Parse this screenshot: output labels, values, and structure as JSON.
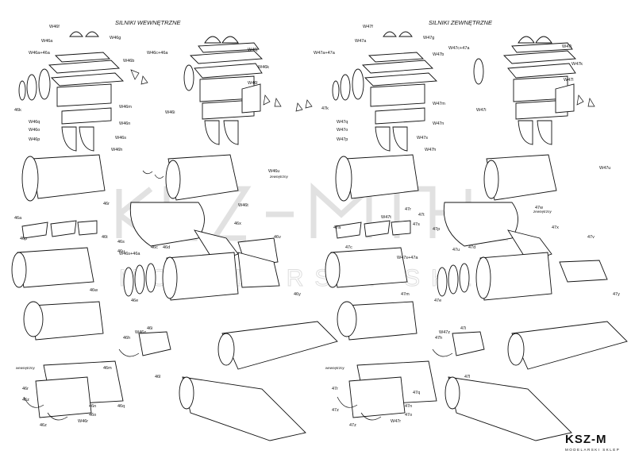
{
  "sheet": {
    "left_title": "SILNIKI WEWNĘTRZNE",
    "right_title": "SILNIKI ZEWNĘTRZNE",
    "watermark_text": "KSZ-M",
    "watermark_sub": "MODELARSKI SKLEP"
  },
  "logo": {
    "name": "KSZ-M",
    "sub": "MODELARSKI SKLEP"
  },
  "left_labels": [
    "W46f",
    "W46g",
    "W46a",
    "W46c+46a",
    "W46a+46a",
    "W46j",
    "W46k",
    "W46b",
    "W46l",
    "W46i",
    "W46m",
    "W46n",
    "W46o",
    "W46p",
    "W46q",
    "W46s",
    "46k",
    "W46h",
    "W46u",
    "W46t",
    "46a",
    "46t",
    "46p",
    "46r",
    "46v",
    "46w",
    "46x",
    "46y",
    "46u",
    "46s",
    "W46s+46a",
    "46c",
    "46d",
    "46e",
    "46m",
    "W46z",
    "46h",
    "W46r",
    "46i",
    "46l",
    "46n",
    "46o",
    "46q",
    "46r",
    "46z",
    "46z"
  ],
  "left_small": [
    "zewnętrzny",
    "wewnętrzny"
  ],
  "right_labels": [
    "W47f",
    "W47g",
    "W47a",
    "W47c+47a",
    "W47a+47a",
    "W47j",
    "W47k",
    "W47b",
    "W47l",
    "W47i",
    "W47m",
    "W47n",
    "W47o",
    "W47p",
    "W47q",
    "W47s",
    "47k",
    "W47h",
    "W47u",
    "W47t",
    "47a",
    "47t",
    "47p",
    "47r",
    "47v",
    "47w",
    "47x",
    "47y",
    "47u",
    "47s",
    "W47s+47a",
    "47c",
    "47d",
    "47e",
    "47m",
    "W47z",
    "47h",
    "W47r",
    "47i",
    "47l",
    "47n",
    "47o",
    "47q",
    "47r",
    "47z",
    "47z"
  ],
  "right_small": [
    "zewnętrzny",
    "wewnętrzny"
  ]
}
